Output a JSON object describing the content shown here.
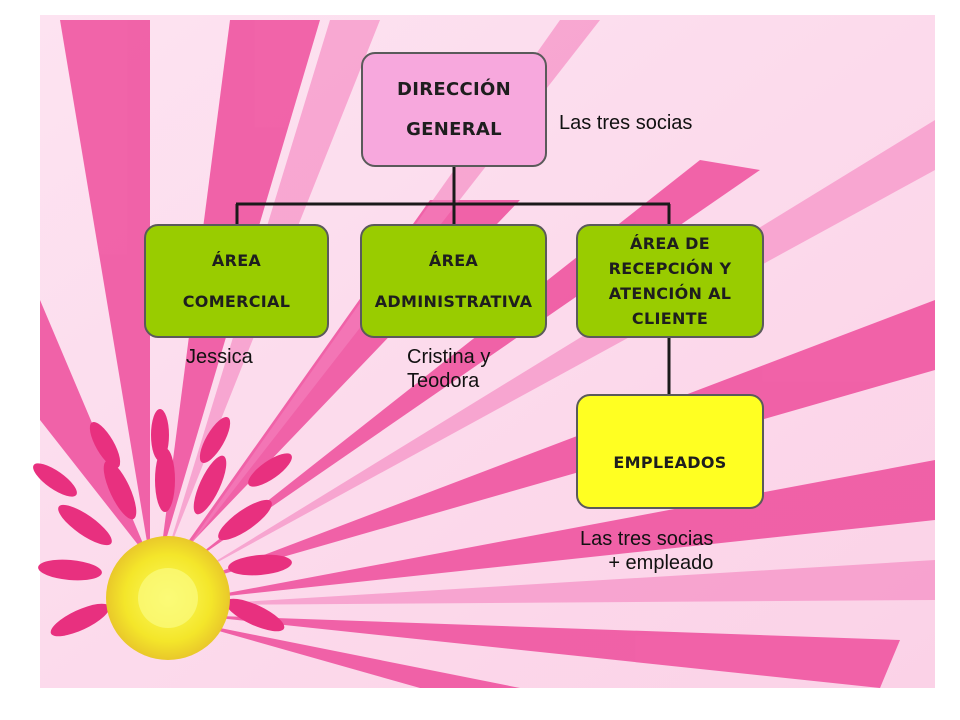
{
  "colors": {
    "director_fill": "#f7a8dd",
    "area_fill": "#99cc00",
    "employees_fill": "#ffff22",
    "connector": "#1a1a1a",
    "petal_pink": "#ec3f93",
    "flower_center": "#f2ee20"
  },
  "nodes": {
    "director": {
      "line1": "DIRECCIÓN",
      "line2": "GENERAL"
    },
    "comercial": {
      "line1": "ÁREA",
      "line2": "COMERCIAL"
    },
    "administrativa": {
      "line1": "ÁREA",
      "line2": "ADMINISTRATIVA"
    },
    "recepcion": {
      "line1": "ÁREA DE",
      "line2": "RECEPCIÓN Y",
      "line3": "ATENCIÓN AL",
      "line4": "CLIENTE"
    },
    "empleados": {
      "line1": "EMPLEADOS"
    }
  },
  "notes": {
    "director": "Las tres socias",
    "comercial": "Jessica",
    "administrativa_line1": "Cristina y",
    "administrativa_line2": "Teodora",
    "empleados_line1": "Las tres socias",
    "empleados_line2": "+ empleado"
  }
}
